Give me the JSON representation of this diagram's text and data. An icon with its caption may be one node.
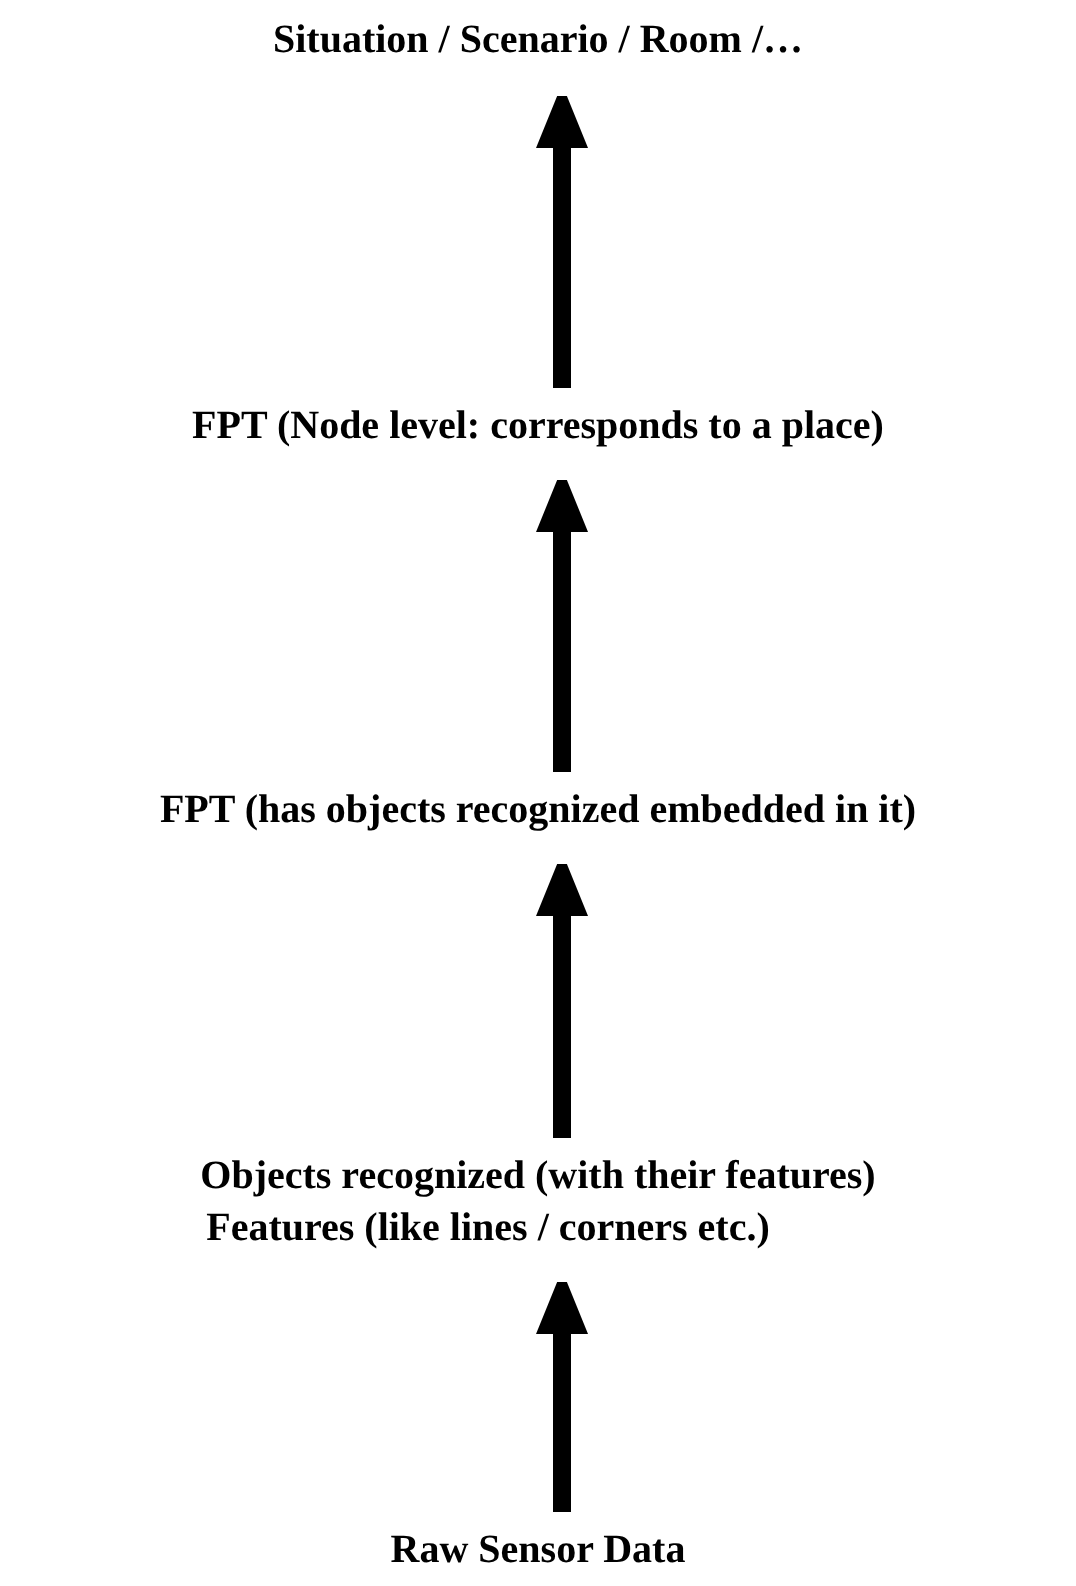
{
  "diagram": {
    "nodes": [
      {
        "text": [
          "Situation / Scenario / Room /…"
        ]
      },
      {
        "text": [
          "FPT (Node level: corresponds to a place)"
        ]
      },
      {
        "text": [
          "FPT (has objects recognized embedded in it)"
        ]
      },
      {
        "text": [
          "Objects recognized (with their features)",
          "Features (like lines / corners etc.)"
        ]
      },
      {
        "text": [
          "Raw Sensor Data"
        ]
      }
    ],
    "edges": [
      {
        "from": 4,
        "to": 3,
        "arrow": "to"
      },
      {
        "from": 3,
        "to": 2,
        "arrow": "to"
      },
      {
        "from": 2,
        "to": 1,
        "arrow": "to"
      },
      {
        "from": 1,
        "to": 0,
        "arrow": "to"
      }
    ]
  }
}
